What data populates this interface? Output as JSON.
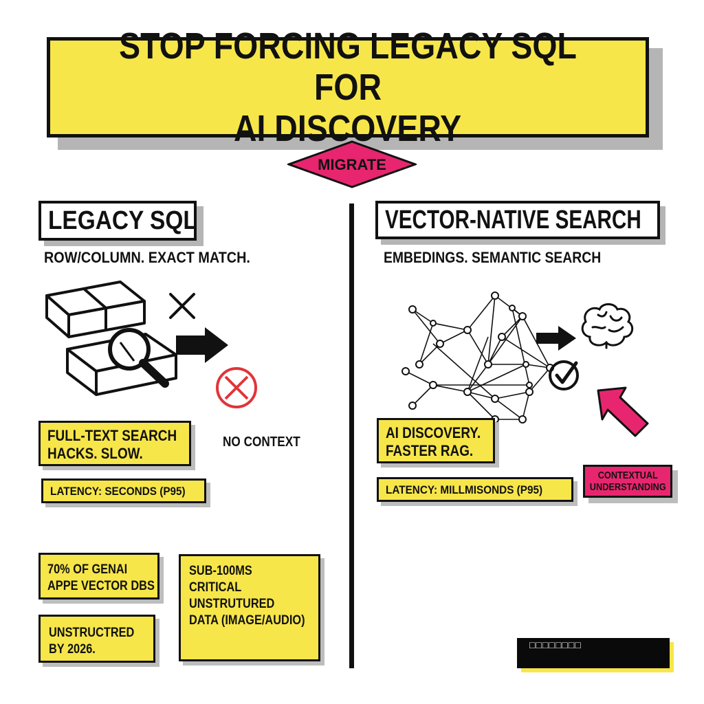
{
  "title": {
    "line1": "STOP FORCING LEGACY SQL FOR",
    "line2": "AI DISCOVERY"
  },
  "badge": {
    "label": "MIGRATE"
  },
  "left": {
    "heading": "LEGACY SQL",
    "subtitle": "ROW/COLUMN. EXACT MATCH.",
    "box_fulltext": {
      "line1": "FULL-TEXT SEARCH",
      "line2": "HACKS. SLOW."
    },
    "no_context": "NO CONTEXT",
    "latency": "LATENCY: SECONDS (P95)"
  },
  "right": {
    "heading": "VECTOR-NATIVE SEARCH",
    "subtitle": "EMBEDINGS. SEMANTIC SEARCH",
    "box_ai": {
      "line1": "AI DISCOVERY.",
      "line2": "FASTER RAG."
    },
    "latency": "LATENCY: MILLMISONDS (P95)",
    "contextual": {
      "line1": "CONTEXTUAL",
      "line2": "UNDERSTANDING"
    }
  },
  "stats": {
    "genai": {
      "line1": "70% OF GENAI",
      "line2": "APPE VECTOR DBS"
    },
    "sub100": {
      "line1": "SUB-100MS",
      "line2": "CRITICAL",
      "line3": "UNSTRUTURED",
      "line4": "DATA (IMAGE/AUDIO)"
    },
    "unstructred": {
      "line1": "UNSTRUCTRED",
      "line2": "BY 2026."
    }
  },
  "footer_bar": {
    "text": "□□□□□□□□"
  },
  "colors": {
    "yellow": "#f7e64a",
    "pink": "#e8266f",
    "black": "#111111",
    "red": "#e0353a"
  }
}
